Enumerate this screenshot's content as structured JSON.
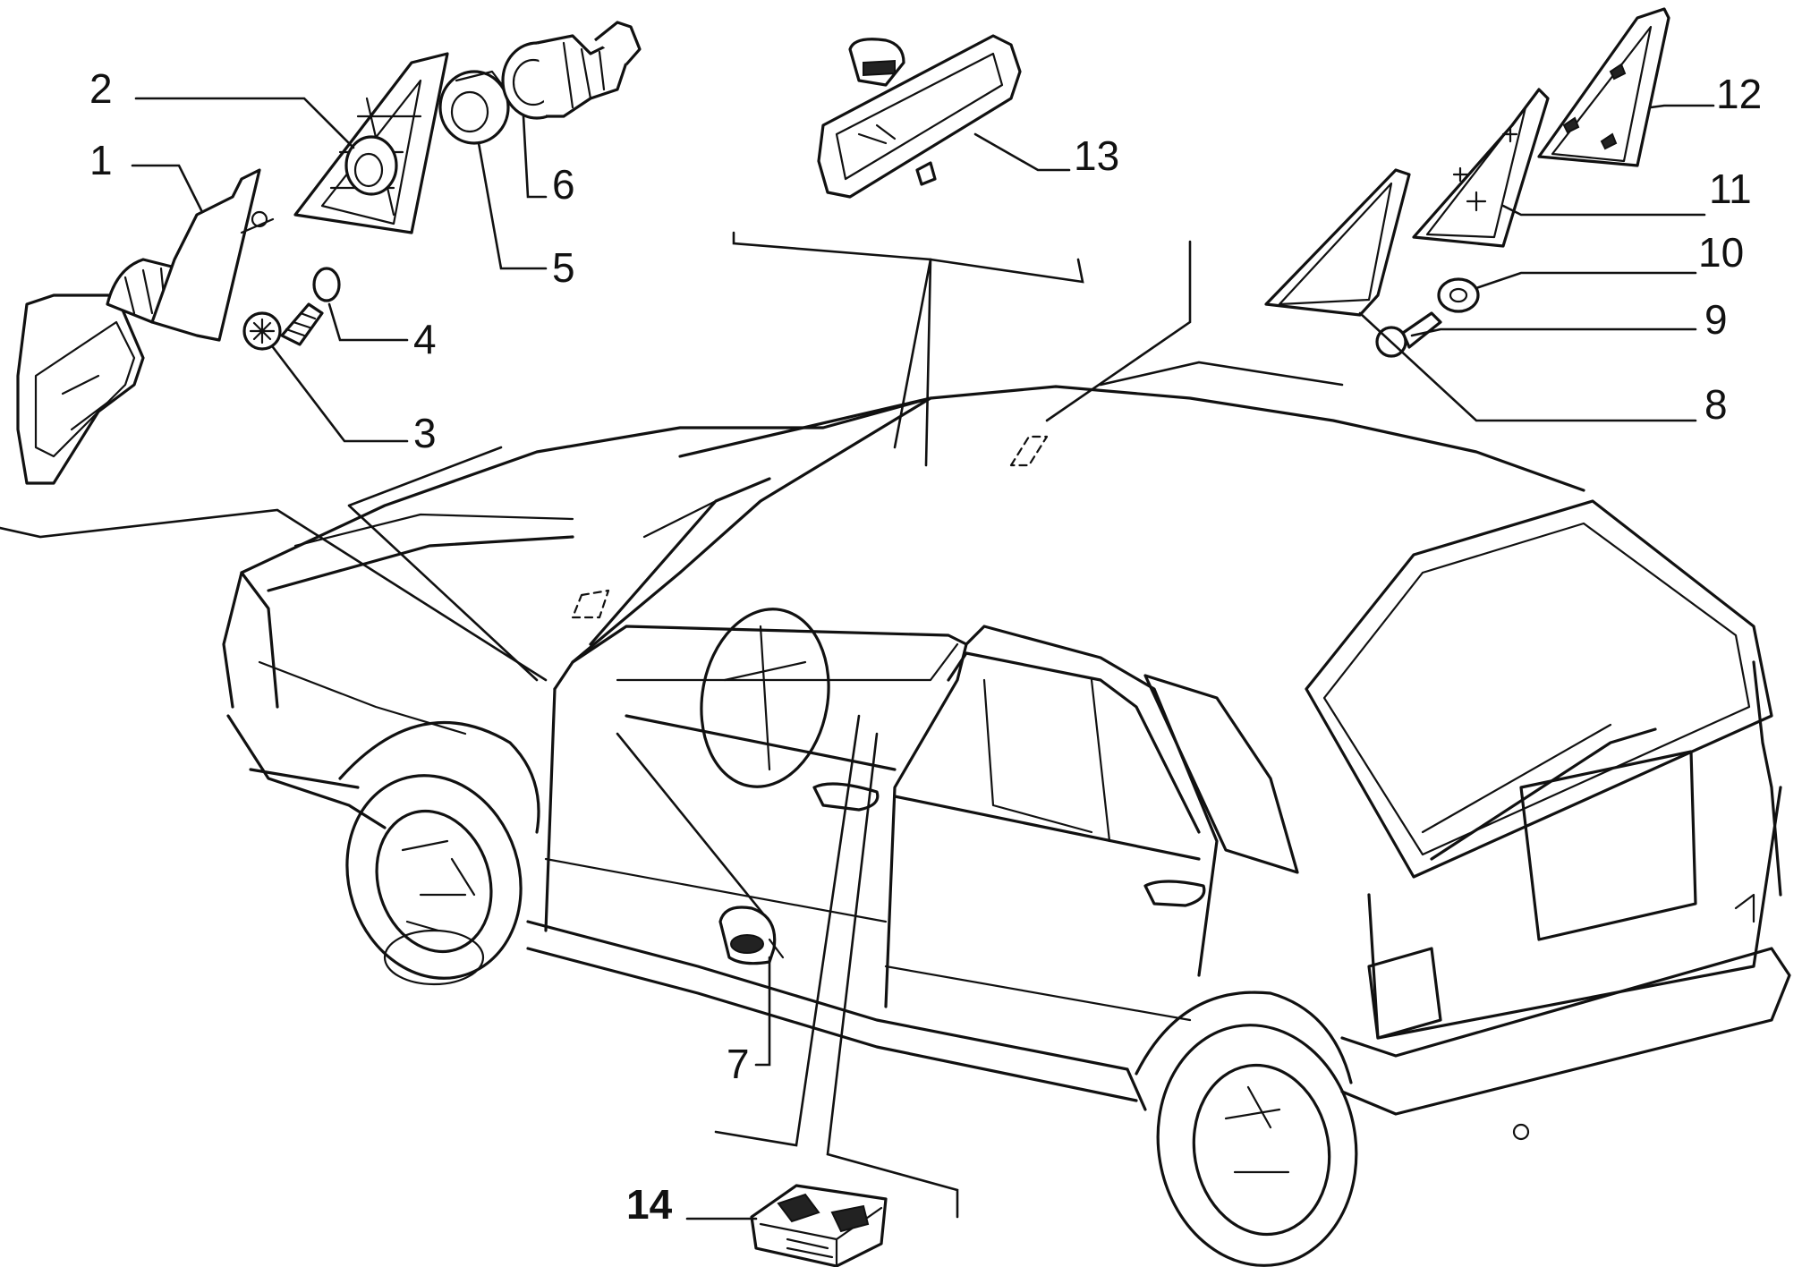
{
  "diagram": {
    "subject": "car mirrors and trim exploded view",
    "callouts": [
      {
        "id": "1",
        "text": "1"
      },
      {
        "id": "2",
        "text": "2"
      },
      {
        "id": "3",
        "text": "3"
      },
      {
        "id": "4",
        "text": "4"
      },
      {
        "id": "5",
        "text": "5"
      },
      {
        "id": "6",
        "text": "6"
      },
      {
        "id": "7",
        "text": "7"
      },
      {
        "id": "8",
        "text": "8"
      },
      {
        "id": "9",
        "text": "9"
      },
      {
        "id": "10",
        "text": "10"
      },
      {
        "id": "11",
        "text": "11"
      },
      {
        "id": "12",
        "text": "12"
      },
      {
        "id": "13",
        "text": "13"
      },
      {
        "id": "14",
        "text": "14"
      }
    ]
  }
}
